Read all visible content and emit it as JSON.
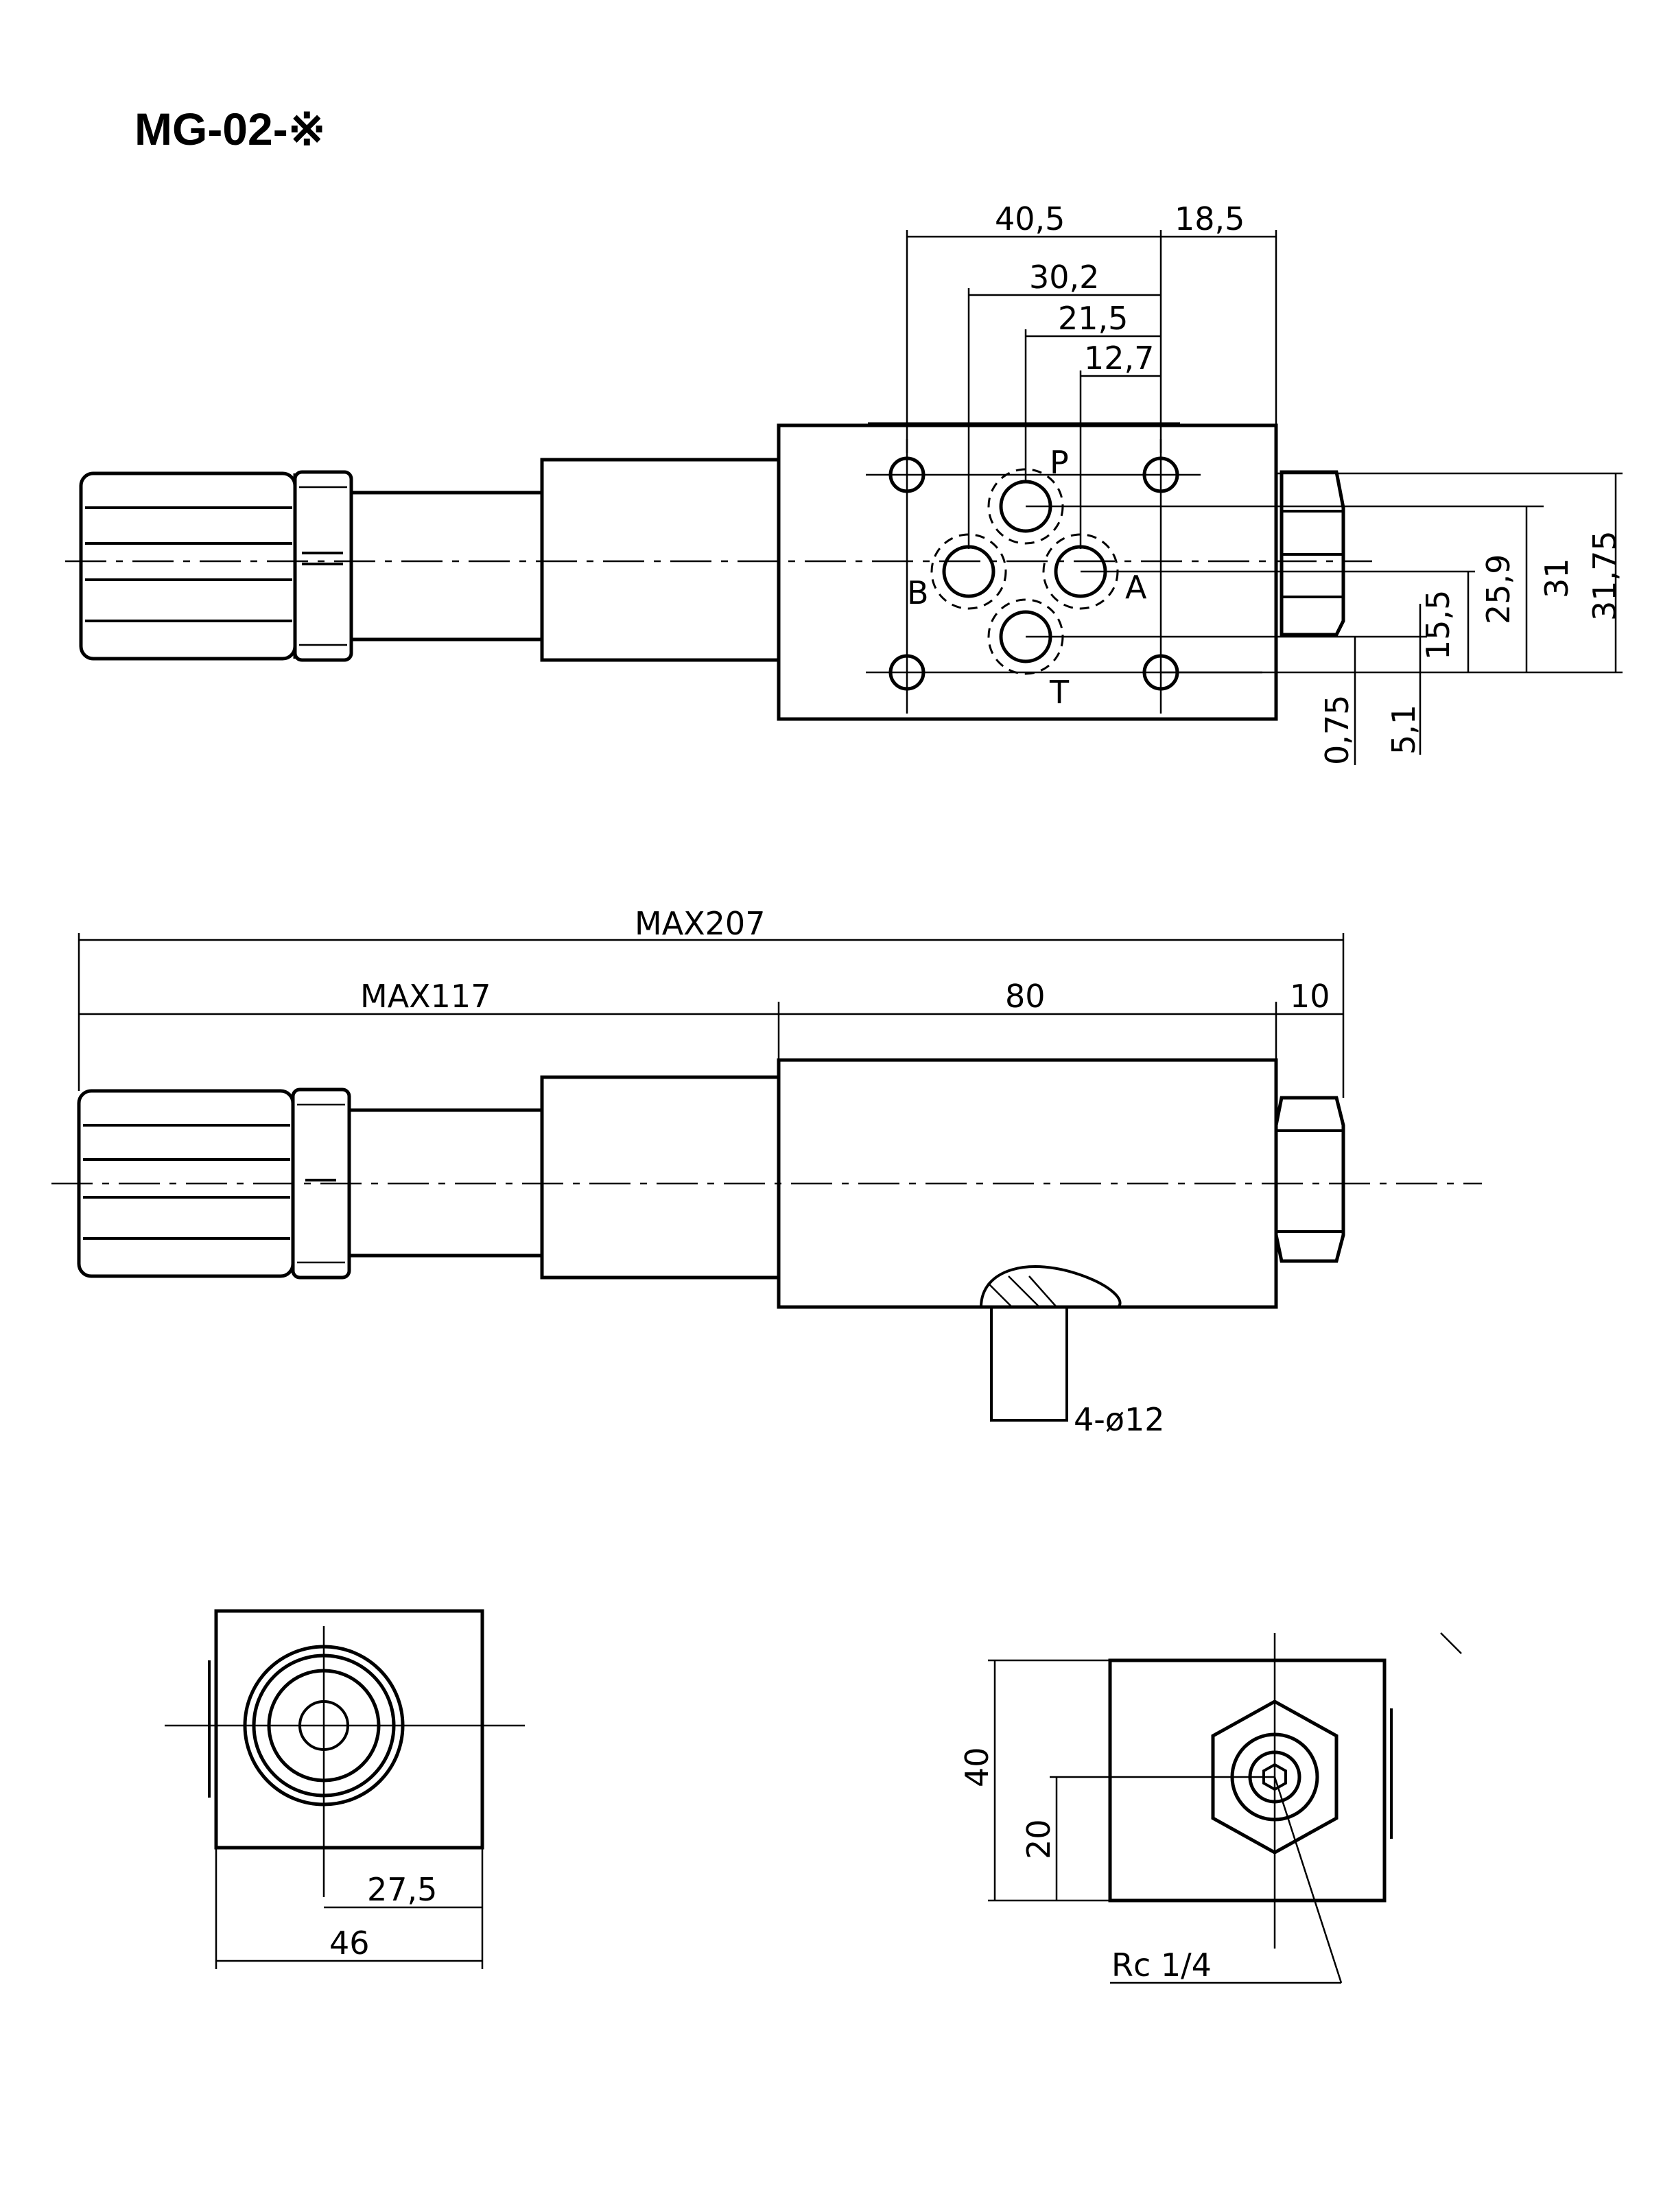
{
  "title": "MG-02-※",
  "top_view": {
    "dims": {
      "d40_5": "40,5",
      "d18_5": "18,5",
      "d30_2": "30,2",
      "d21_5": "21,5",
      "d12_7": "12,7",
      "d15_5": "15,5",
      "d25_9": "25,9",
      "d31": "31",
      "d31_75": "31,75",
      "d0_75": "0,75",
      "d5_1": "5,1"
    },
    "ports": {
      "p": "P",
      "a": "A",
      "b": "B",
      "t": "T"
    }
  },
  "side_view": {
    "dims": {
      "max207": "MAX207",
      "max117": "MAX117",
      "d80": "80",
      "d10": "10",
      "holes": "4-ø12"
    }
  },
  "front_view": {
    "dims": {
      "d27_5": "27,5",
      "d46": "46"
    }
  },
  "rear_view": {
    "dims": {
      "d40": "40",
      "d20": "20",
      "thread": "Rc 1/4"
    }
  }
}
